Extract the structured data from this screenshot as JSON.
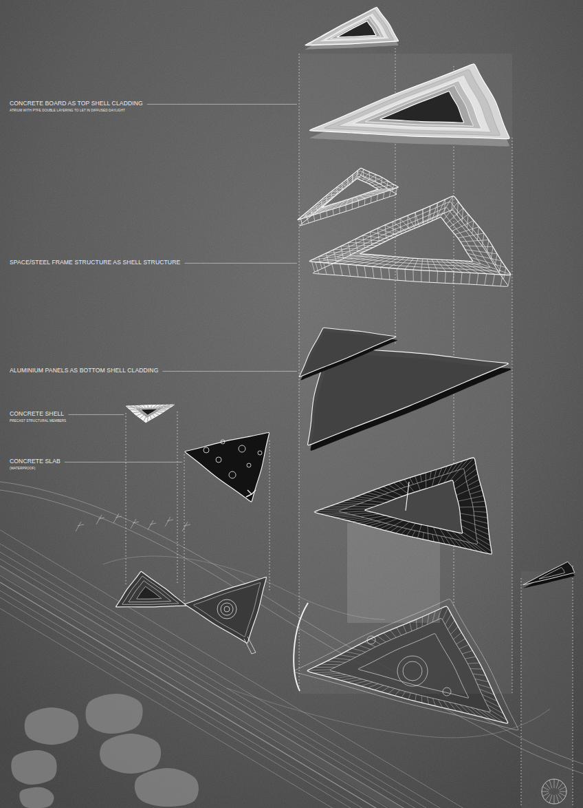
{
  "diagram": {
    "labels": [
      "CONCRETE BOARD AS TOP SHELL CLADDING",
      "ATRIUM WITH PTFE DOUBLE LAYERING TO LET IN DIFFUSED DAYLIGHT",
      "SPACE/STEEL FRAME STRUCTURE AS SHELL STRUCTURE",
      "ALUMINIUM PANELS AS BOTTOM SHELL CLADDING",
      "CONCRETE SHELL",
      "PRECAST STRUCTURAL MEMBERS",
      "CONCRETE SLAB",
      "(WATERPROOF)"
    ]
  }
}
